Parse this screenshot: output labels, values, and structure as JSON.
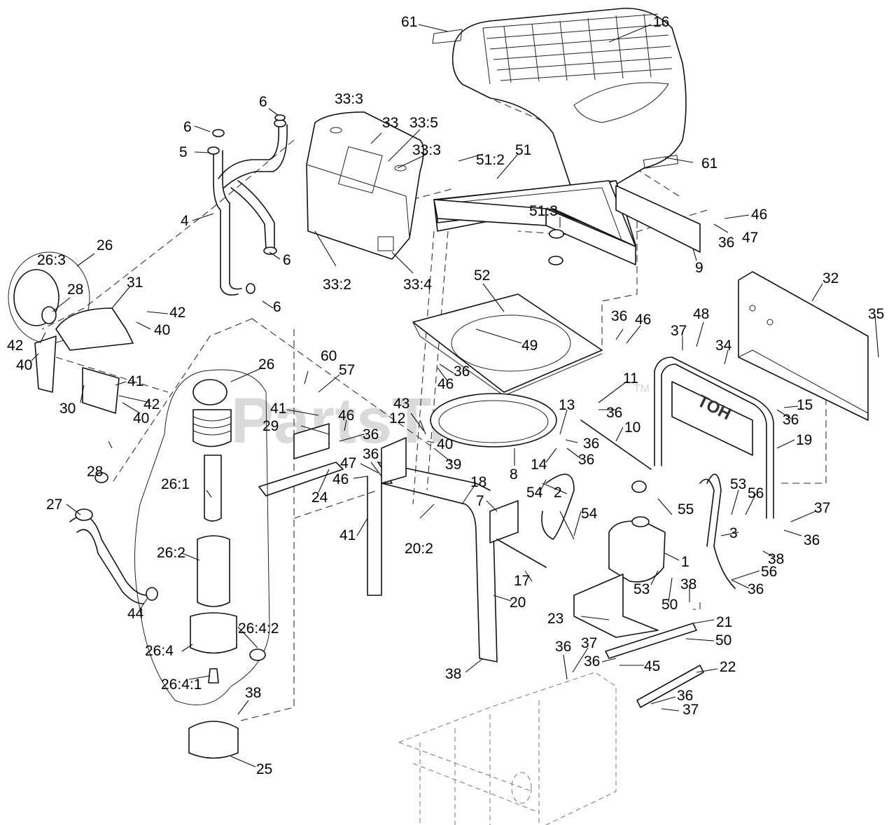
{
  "watermark": {
    "text": "PartsTree",
    "mark": "TM"
  },
  "stamp": {
    "grill": "TOH"
  },
  "callouts": [
    {
      "id": "c-61a",
      "text": "61"
    },
    {
      "id": "c-16",
      "text": "16"
    },
    {
      "id": "c-6a",
      "text": "6"
    },
    {
      "id": "c-33-3a",
      "text": "33:3"
    },
    {
      "id": "c-6b",
      "text": "6"
    },
    {
      "id": "c-33",
      "text": "33"
    },
    {
      "id": "c-33-5",
      "text": "33:5"
    },
    {
      "id": "c-5",
      "text": "5"
    },
    {
      "id": "c-33-3b",
      "text": "33:3"
    },
    {
      "id": "c-51-2",
      "text": "51:2"
    },
    {
      "id": "c-51",
      "text": "51"
    },
    {
      "id": "c-61b",
      "text": "61"
    },
    {
      "id": "c-4",
      "text": "4"
    },
    {
      "id": "c-51-3",
      "text": "51:3"
    },
    {
      "id": "c-46a",
      "text": "46"
    },
    {
      "id": "c-47a",
      "text": "47"
    },
    {
      "id": "c-36a",
      "text": "36"
    },
    {
      "id": "c-6c",
      "text": "6"
    },
    {
      "id": "c-9",
      "text": "9"
    },
    {
      "id": "c-26a",
      "text": "26"
    },
    {
      "id": "c-33-2",
      "text": "33:2"
    },
    {
      "id": "c-33-4",
      "text": "33:4"
    },
    {
      "id": "c-26-3",
      "text": "26:3"
    },
    {
      "id": "c-52",
      "text": "52"
    },
    {
      "id": "c-32",
      "text": "32"
    },
    {
      "id": "c-31",
      "text": "31"
    },
    {
      "id": "c-6d",
      "text": "6"
    },
    {
      "id": "c-28a",
      "text": "28"
    },
    {
      "id": "c-35",
      "text": "35"
    },
    {
      "id": "c-42a",
      "text": "42"
    },
    {
      "id": "c-36b",
      "text": "36"
    },
    {
      "id": "c-46b",
      "text": "46"
    },
    {
      "id": "c-48",
      "text": "48"
    },
    {
      "id": "c-40a",
      "text": "40"
    },
    {
      "id": "c-49",
      "text": "49"
    },
    {
      "id": "c-37a",
      "text": "37"
    },
    {
      "id": "c-42b",
      "text": "42"
    },
    {
      "id": "c-34",
      "text": "34"
    },
    {
      "id": "c-40b",
      "text": "40"
    },
    {
      "id": "c-60",
      "text": "60"
    },
    {
      "id": "c-26b",
      "text": "26"
    },
    {
      "id": "c-57",
      "text": "57"
    },
    {
      "id": "c-36c",
      "text": "36"
    },
    {
      "id": "c-46c",
      "text": "46"
    },
    {
      "id": "c-11",
      "text": "11"
    },
    {
      "id": "c-41a",
      "text": "41"
    },
    {
      "id": "c-42c",
      "text": "42"
    },
    {
      "id": "c-30",
      "text": "30"
    },
    {
      "id": "c-40c",
      "text": "40"
    },
    {
      "id": "c-43",
      "text": "43"
    },
    {
      "id": "c-13",
      "text": "13"
    },
    {
      "id": "c-36d",
      "text": "36"
    },
    {
      "id": "c-15",
      "text": "15"
    },
    {
      "id": "c-41b",
      "text": "41"
    },
    {
      "id": "c-46d",
      "text": "46"
    },
    {
      "id": "c-36e",
      "text": "36"
    },
    {
      "id": "c-12",
      "text": "12"
    },
    {
      "id": "c-29",
      "text": "29"
    },
    {
      "id": "c-36f",
      "text": "36"
    },
    {
      "id": "c-10",
      "text": "10"
    },
    {
      "id": "c-40d",
      "text": "40"
    },
    {
      "id": "c-36g",
      "text": "36"
    },
    {
      "id": "c-19",
      "text": "19"
    },
    {
      "id": "c-36h",
      "text": "36"
    },
    {
      "id": "c-28b",
      "text": "28"
    },
    {
      "id": "c-39",
      "text": "39"
    },
    {
      "id": "c-14",
      "text": "14"
    },
    {
      "id": "c-36i",
      "text": "36"
    },
    {
      "id": "c-47b",
      "text": "47"
    },
    {
      "id": "c-8",
      "text": "8"
    },
    {
      "id": "c-46e",
      "text": "46"
    },
    {
      "id": "c-24",
      "text": "24"
    },
    {
      "id": "c-18",
      "text": "18"
    },
    {
      "id": "c-54a",
      "text": "54"
    },
    {
      "id": "c-26-1",
      "text": "26:1"
    },
    {
      "id": "c-2",
      "text": "2"
    },
    {
      "id": "c-53a",
      "text": "53"
    },
    {
      "id": "c-56a",
      "text": "56"
    },
    {
      "id": "c-27",
      "text": "27"
    },
    {
      "id": "c-7",
      "text": "7"
    },
    {
      "id": "c-55",
      "text": "55"
    },
    {
      "id": "c-37b",
      "text": "37"
    },
    {
      "id": "c-54b",
      "text": "54"
    },
    {
      "id": "c-41c",
      "text": "41"
    },
    {
      "id": "c-20-2",
      "text": "20:2"
    },
    {
      "id": "c-36j",
      "text": "36"
    },
    {
      "id": "c-3",
      "text": "3"
    },
    {
      "id": "c-38a",
      "text": "38"
    },
    {
      "id": "c-26-2",
      "text": "26:2"
    },
    {
      "id": "c-1",
      "text": "1"
    },
    {
      "id": "c-17",
      "text": "17"
    },
    {
      "id": "c-56b",
      "text": "56"
    },
    {
      "id": "c-53b",
      "text": "53"
    },
    {
      "id": "c-38b",
      "text": "38"
    },
    {
      "id": "c-36k",
      "text": "36"
    },
    {
      "id": "c-44",
      "text": "44"
    },
    {
      "id": "c-20",
      "text": "20"
    },
    {
      "id": "c-50a",
      "text": "50"
    },
    {
      "id": "c-26-4-2",
      "text": "26:4:2"
    },
    {
      "id": "c-23",
      "text": "23"
    },
    {
      "id": "c-21",
      "text": "21"
    },
    {
      "id": "c-26-4",
      "text": "26:4"
    },
    {
      "id": "c-50b",
      "text": "50"
    },
    {
      "id": "c-36l",
      "text": "36"
    },
    {
      "id": "c-37c",
      "text": "37"
    },
    {
      "id": "c-36m",
      "text": "36"
    },
    {
      "id": "c-45",
      "text": "45"
    },
    {
      "id": "c-38c",
      "text": "38"
    },
    {
      "id": "c-22",
      "text": "22"
    },
    {
      "id": "c-26-4-1",
      "text": "26:4:1"
    },
    {
      "id": "c-36n",
      "text": "36"
    },
    {
      "id": "c-38d",
      "text": "38"
    },
    {
      "id": "c-37d",
      "text": "37"
    },
    {
      "id": "c-25",
      "text": "25"
    }
  ]
}
